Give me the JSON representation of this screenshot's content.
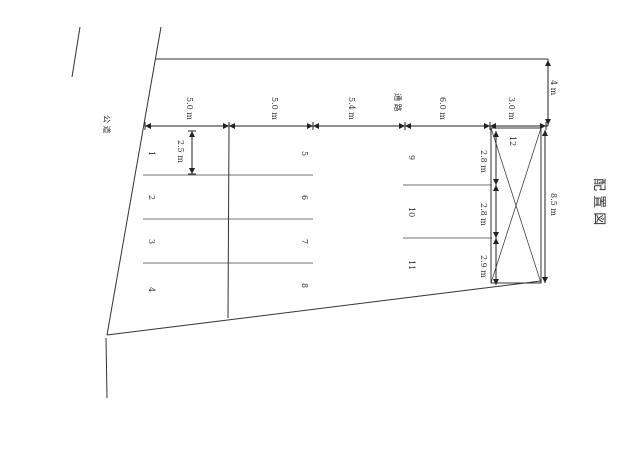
{
  "title": "配 置 図",
  "road_public": "公 道",
  "road_passage": "通 路",
  "dimensions": {
    "w1": "5.0 m",
    "w2": "5.0 m",
    "w3": "5.4 m",
    "w4": "6.0 m",
    "w5": "3.0 m",
    "top_gap": "4 m",
    "space_depth": "2.5 m",
    "s9": "2.8 m",
    "s10": "2.8 m",
    "s11": "2.9 m",
    "right_len": "8.5 m"
  },
  "spaces": [
    "1",
    "2",
    "3",
    "4",
    "5",
    "6",
    "7",
    "8",
    "9",
    "10",
    "11",
    "12"
  ]
}
